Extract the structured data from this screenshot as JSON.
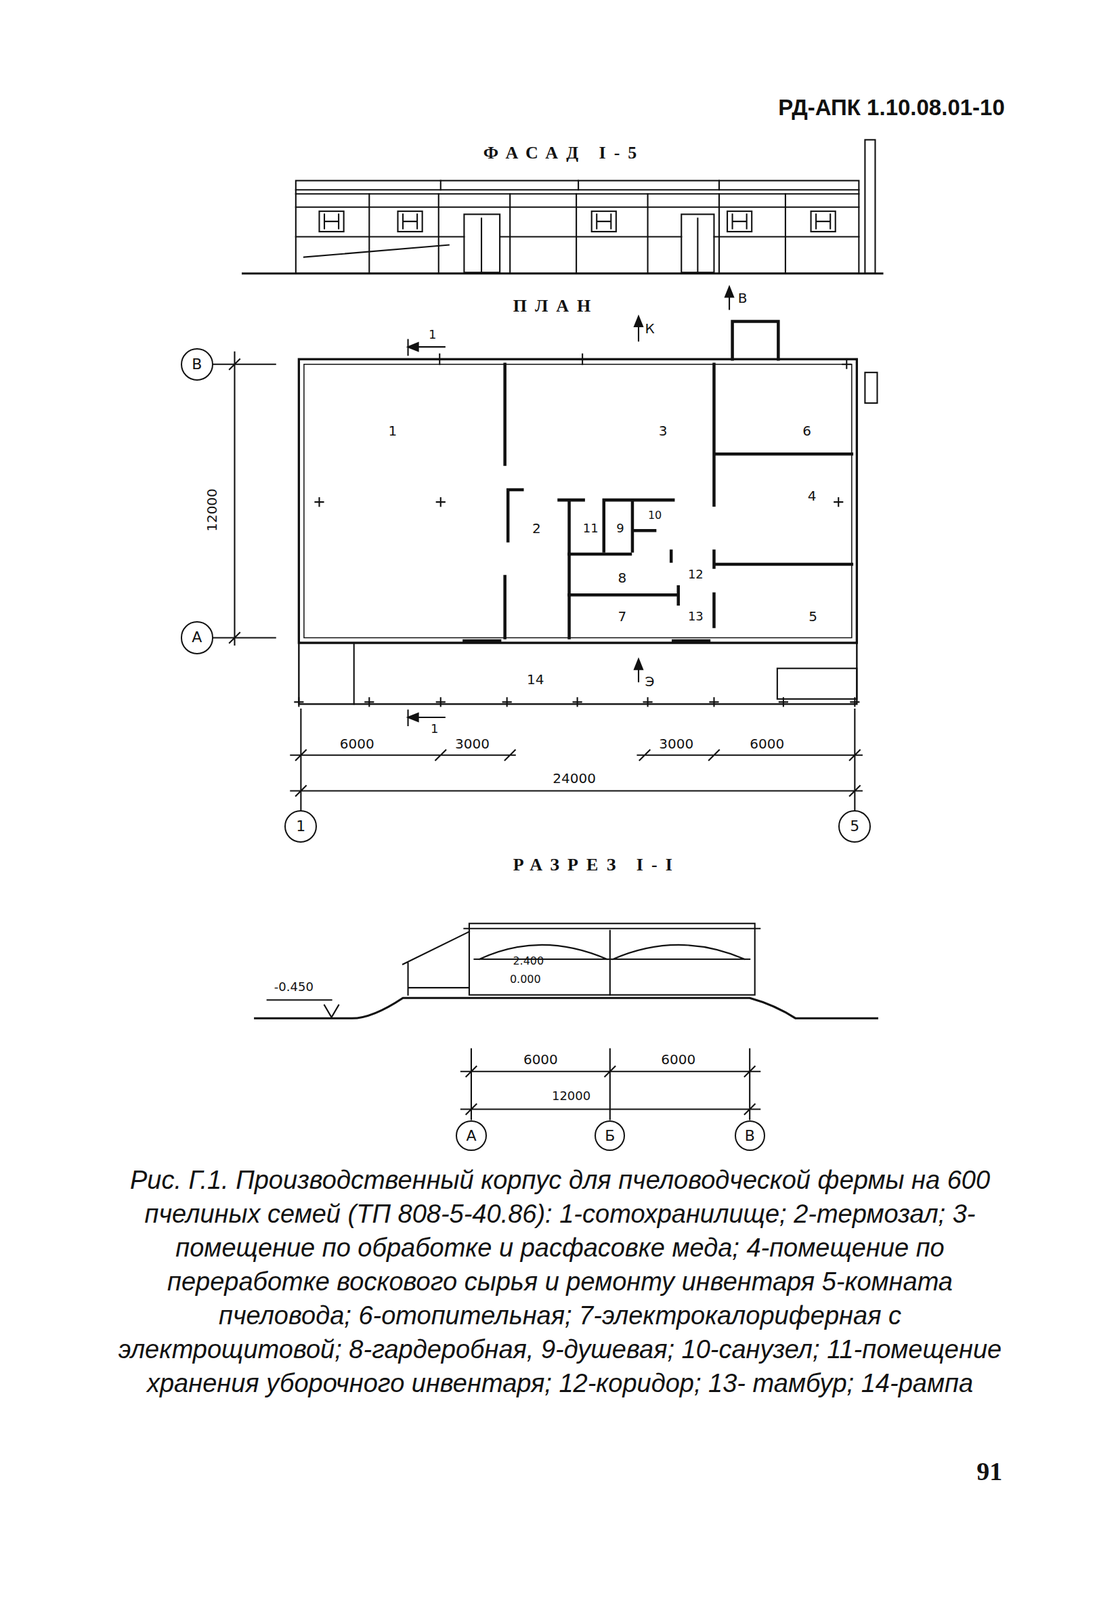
{
  "diagram": {
    "caption": "Рис. Г.1. Производственный корпус для пчеловодческой фермы на 600 пчелиных семей (ТП 808-5-40.86): 1-сотохранилище; 2-термозал; 3-помещение по обработке и расфасовке меда; 4-помещение по переработке воскового сырья и ремонту инвентаря 5-комната пчеловода; 6-отопительная; 7-электрокалориферная с электрощитовой; 8-гардеробная, 9-душевая; 10-санузел; 11-помещение хранения уборочного инвентаря; 12-коридор; 13- тамбур; 14-рампа",
    "nodes": [
      {
        "text": [
          "В"
        ]
      },
      {
        "text": [
          "А"
        ]
      },
      {
        "text": [
          "1"
        ]
      },
      {
        "text": [
          "5"
        ]
      },
      {
        "text": [
          "А"
        ]
      },
      {
        "text": [
          "Б"
        ]
      },
      {
        "text": [
          "В"
        ]
      }
    ],
    "labels": [
      "РД-АПК 1.10.08.01-10",
      "ФАСАД I-5",
      "ПЛАН",
      "К",
      "В",
      "1",
      "1",
      "3",
      "6",
      "4",
      "2",
      "11",
      "9",
      "10",
      "8",
      "12",
      "7",
      "13",
      "5",
      "Э",
      "14",
      "1",
      "12000",
      "6000",
      "3000",
      "3000",
      "6000",
      "24000",
      "РАЗРЕЗ I-I",
      "-0.450",
      "2.400",
      "0.000",
      "6000",
      "6000",
      "12000",
      "91"
    ]
  }
}
